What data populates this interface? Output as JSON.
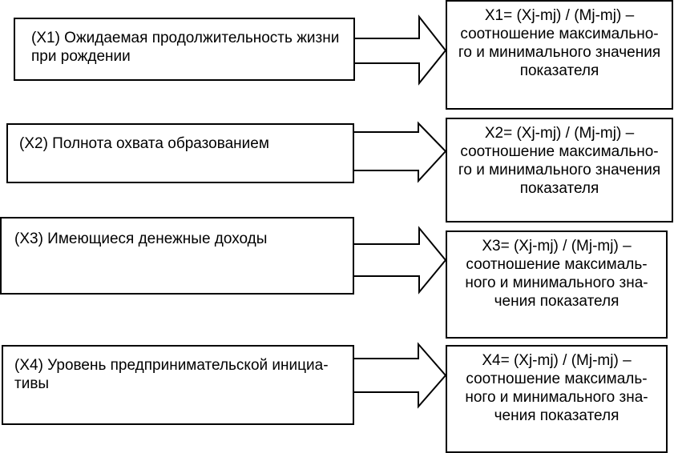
{
  "rows": [
    {
      "indicator": "(X1) Ожидаемая продолжительность жизни\nпри рождении",
      "formula": "X1= (Xj-mj) / (Mj-mj) –\nсоотношение максимально-\nго и минимального значения\nпоказателя"
    },
    {
      "indicator": "(X2) Полнота охвата образованием",
      "formula": "X2= (Xj-mj) / (Mj-mj) –\nсоотношение максимально-\nго и минимального значения\nпоказателя"
    },
    {
      "indicator": "(X3) Имеющиеся денежные доходы",
      "formula": "X3= (Xj-mj) / (Mj-mj) –\nсоотношение максималь-\nного и минимального зна-\nчения показателя"
    },
    {
      "indicator": "(X4) Уровень предпринимательской инициа-\nтивы",
      "formula": "X4= (Xj-mj) / (Mj-mj) –\nсоотношение максималь-\nного и минимального зна-\nчения показателя"
    }
  ]
}
